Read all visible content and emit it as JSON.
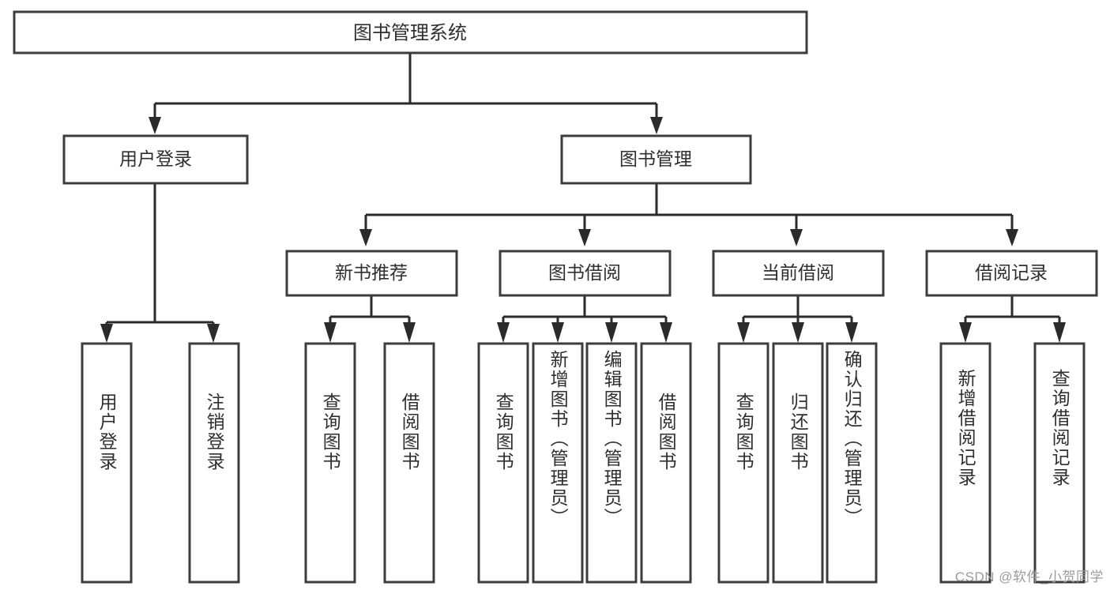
{
  "diagram": {
    "type": "tree-hierarchy-chart",
    "title": "图书管理系统",
    "watermark": "CSDN @软件_小贺同学",
    "colors": {
      "box_fill": "#ffffff",
      "box_border": "#3c3c3c",
      "connector": "#2b2b2b",
      "text": "#2f2f2f",
      "watermark": "#9b9b9b",
      "background": "#ffffff"
    },
    "root": {
      "label": "图书管理系统"
    },
    "level2": [
      {
        "label": "用户登录"
      },
      {
        "label": "图书管理"
      }
    ],
    "level3": [
      {
        "label": "新书推荐"
      },
      {
        "label": "图书借阅"
      },
      {
        "label": "当前借阅"
      },
      {
        "label": "借阅记录"
      }
    ],
    "leaves": {
      "user_login": [
        {
          "label": "用户登录"
        },
        {
          "label": "注销登录"
        }
      ],
      "new_book_recommend": [
        {
          "label": "查询图书"
        },
        {
          "label": "借阅图书"
        }
      ],
      "book_borrow": [
        {
          "label": "查询图书"
        },
        {
          "label": "新增图书（管理员）"
        },
        {
          "label": "编辑图书（管理员）"
        },
        {
          "label": "借阅图书"
        }
      ],
      "current_borrow": [
        {
          "label": "查询图书"
        },
        {
          "label": "归还图书"
        },
        {
          "label": "确认归还（管理员）"
        }
      ],
      "borrow_record": [
        {
          "label": "新增借阅记录"
        },
        {
          "label": "查询借阅记录"
        }
      ]
    }
  }
}
